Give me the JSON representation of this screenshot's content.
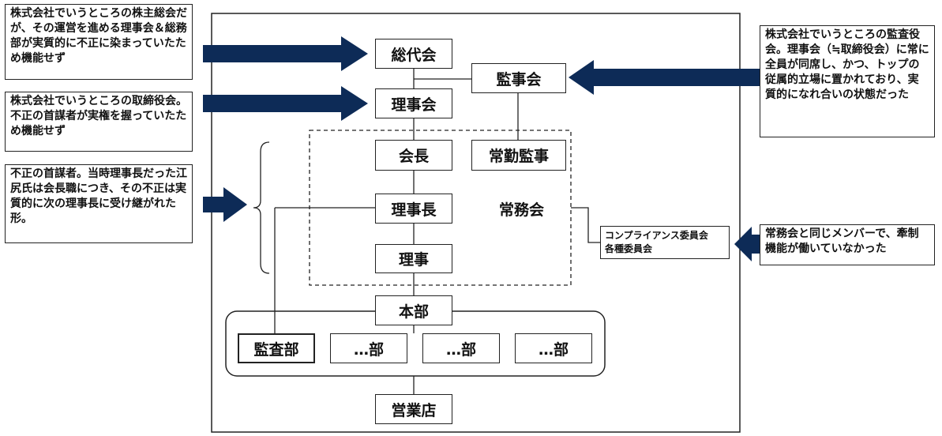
{
  "nodes": {
    "soudaikai": "総代会",
    "kanjikai": "監事会",
    "rijikai": "理事会",
    "kaicho": "会長",
    "jokin_kanji": "常勤監事",
    "rijicho": "理事長",
    "jomukai": "常務会",
    "riji": "理事",
    "honbu": "本部",
    "kansabu": "監査部",
    "bu1": "…部",
    "bu2": "…部",
    "bu3": "…部",
    "eigyoten": "営業店",
    "compliance_line1": "コンプライアンス委員会",
    "compliance_line2": "各種委員会"
  },
  "notes": {
    "soudaikai_note": "株式会社でいうところの株主総会だが、その運営を進める理事会＆総務部が実質的に不正に染まっていたため機能せず",
    "rijikai_note": "株式会社でいうところの取締役会。不正の首謀者が実権を握っていたため機能せず",
    "rijicho_note": "不正の首謀者。当時理事長だった江尻氏は会長職につき、その不正は実質的に次の理事長に受け継がれた形。",
    "kanjikai_note": "株式会社でいうところの監査役会。理事会（≒取締役会）に常に全員が同席し、かつ、トップの従属的立場に置かれており、実質的になれ合いの状態だった",
    "jomukai_note": "常務会と同じメンバーで、牽制機能が働いていなかった"
  },
  "colors": {
    "arrow": "#0d2b57",
    "line": "#222222"
  }
}
